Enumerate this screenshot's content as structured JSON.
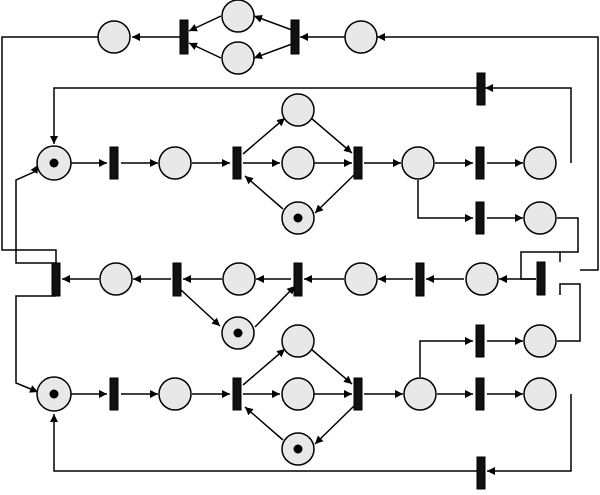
{
  "diagram": {
    "type": "petri-net",
    "colors": {
      "line": "#000000",
      "place_fill": "#e8e8e8",
      "transition_fill": "#111111",
      "token": "#000000"
    },
    "places": [
      {
        "id": "t-p1"
      },
      {
        "id": "t-p2-upper"
      },
      {
        "id": "t-p2-lower"
      },
      {
        "id": "t-p3"
      },
      {
        "id": "u-p-start",
        "tokens": 1
      },
      {
        "id": "u-p-a"
      },
      {
        "id": "u-p-branch-top"
      },
      {
        "id": "u-p-branch-mid"
      },
      {
        "id": "u-p-branch-low",
        "tokens": 1
      },
      {
        "id": "u-p-b"
      },
      {
        "id": "u-p-c"
      },
      {
        "id": "u-p-d"
      },
      {
        "id": "m-p1"
      },
      {
        "id": "m-p2"
      },
      {
        "id": "m-p3"
      },
      {
        "id": "m-p4"
      },
      {
        "id": "m-p5"
      },
      {
        "id": "m-p-low",
        "tokens": 1
      },
      {
        "id": "l-p-start",
        "tokens": 1
      },
      {
        "id": "l-p-a"
      },
      {
        "id": "l-p-branch-top"
      },
      {
        "id": "l-p-branch-mid"
      },
      {
        "id": "l-p-branch-low",
        "tokens": 1
      },
      {
        "id": "l-p-b"
      },
      {
        "id": "l-p-c"
      },
      {
        "id": "l-p-d"
      }
    ],
    "transitions": [
      {
        "id": "t-t1"
      },
      {
        "id": "t-t2"
      },
      {
        "id": "u-t-return"
      },
      {
        "id": "u-t1"
      },
      {
        "id": "u-t-fork"
      },
      {
        "id": "u-t-join"
      },
      {
        "id": "u-t2"
      },
      {
        "id": "u-t3"
      },
      {
        "id": "m-t1"
      },
      {
        "id": "m-t2"
      },
      {
        "id": "m-t3"
      },
      {
        "id": "m-t4"
      },
      {
        "id": "m-t5"
      },
      {
        "id": "l-t1"
      },
      {
        "id": "l-t-fork"
      },
      {
        "id": "l-t-join"
      },
      {
        "id": "l-t2"
      },
      {
        "id": "l-t3"
      },
      {
        "id": "l-t-return"
      }
    ]
  }
}
